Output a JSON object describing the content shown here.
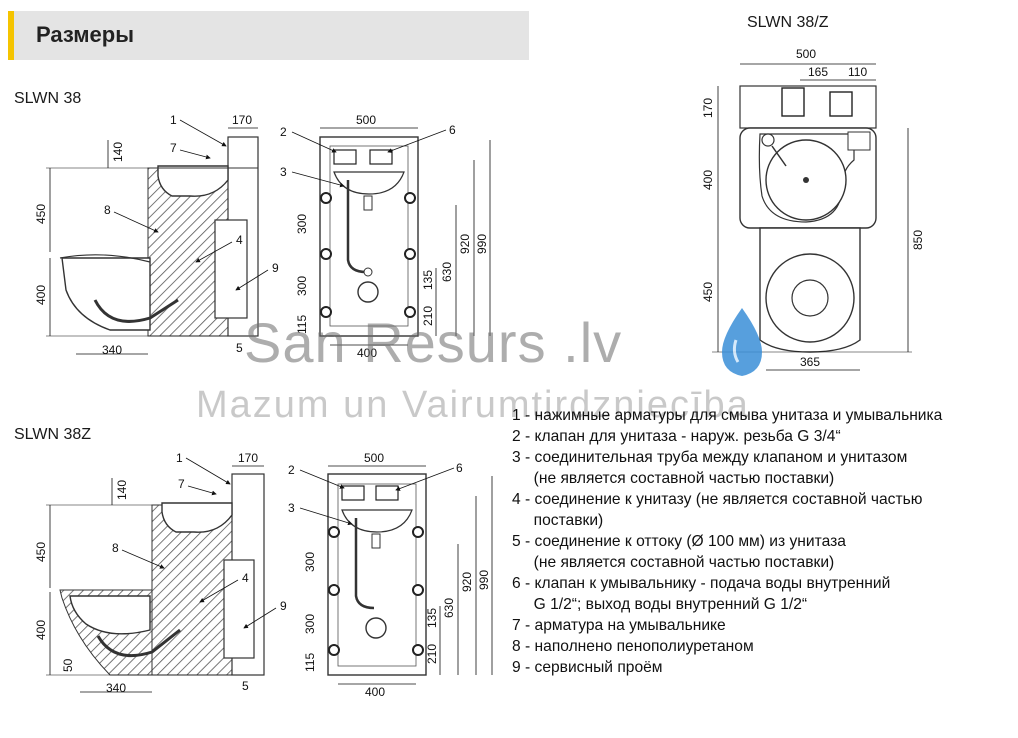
{
  "header": {
    "title": "Размеры",
    "accent_color": "#f5c400",
    "bar_color": "#e4e4e4"
  },
  "models": {
    "slwn38": "SLWN 38",
    "slwn38z": "SLWN 38Z",
    "slwn38_z": "SLWN 38/Z"
  },
  "dims": {
    "d170": "170",
    "d140": "140",
    "d450": "450",
    "d400": "400",
    "d340": "340",
    "d500": "500",
    "d920": "920",
    "d990": "990",
    "d630": "630",
    "d135": "135",
    "d210": "210",
    "d300": "300",
    "d115": "115",
    "d50": "50",
    "d165": "165",
    "d110": "110",
    "d850": "850",
    "d365": "365"
  },
  "callouts": [
    "1",
    "2",
    "3",
    "4",
    "5",
    "6",
    "7",
    "8",
    "9"
  ],
  "legend": [
    "1 - нажимные арматуры для смыва унитаза и умывальника",
    "2 - клапан для унитаза - наруж. резьба G 3/4“",
    "3 - соединительная труба между клапаном и унитазом",
    "     (не является составной частью поставки)",
    "4 - соединение к унитазу (не является составной частью",
    "     поставки)",
    "5 - соединение к оттоку (Ø 100 мм) из унитаза",
    "     (не является составной частью поставки)",
    "6 - клапан к умывальнику - подача воды внутренний",
    "     G 1/2“; выход воды внутренний G 1/2“",
    "7 - арматура на умывальнике",
    "8 - наполнено пенополиуретаном",
    "9 - сервисный проём"
  ],
  "watermark": {
    "main": "San Resurs .lv",
    "sub": "Mazum un Vairumtirdzniecība",
    "drop_color": "#3a8fd8"
  }
}
